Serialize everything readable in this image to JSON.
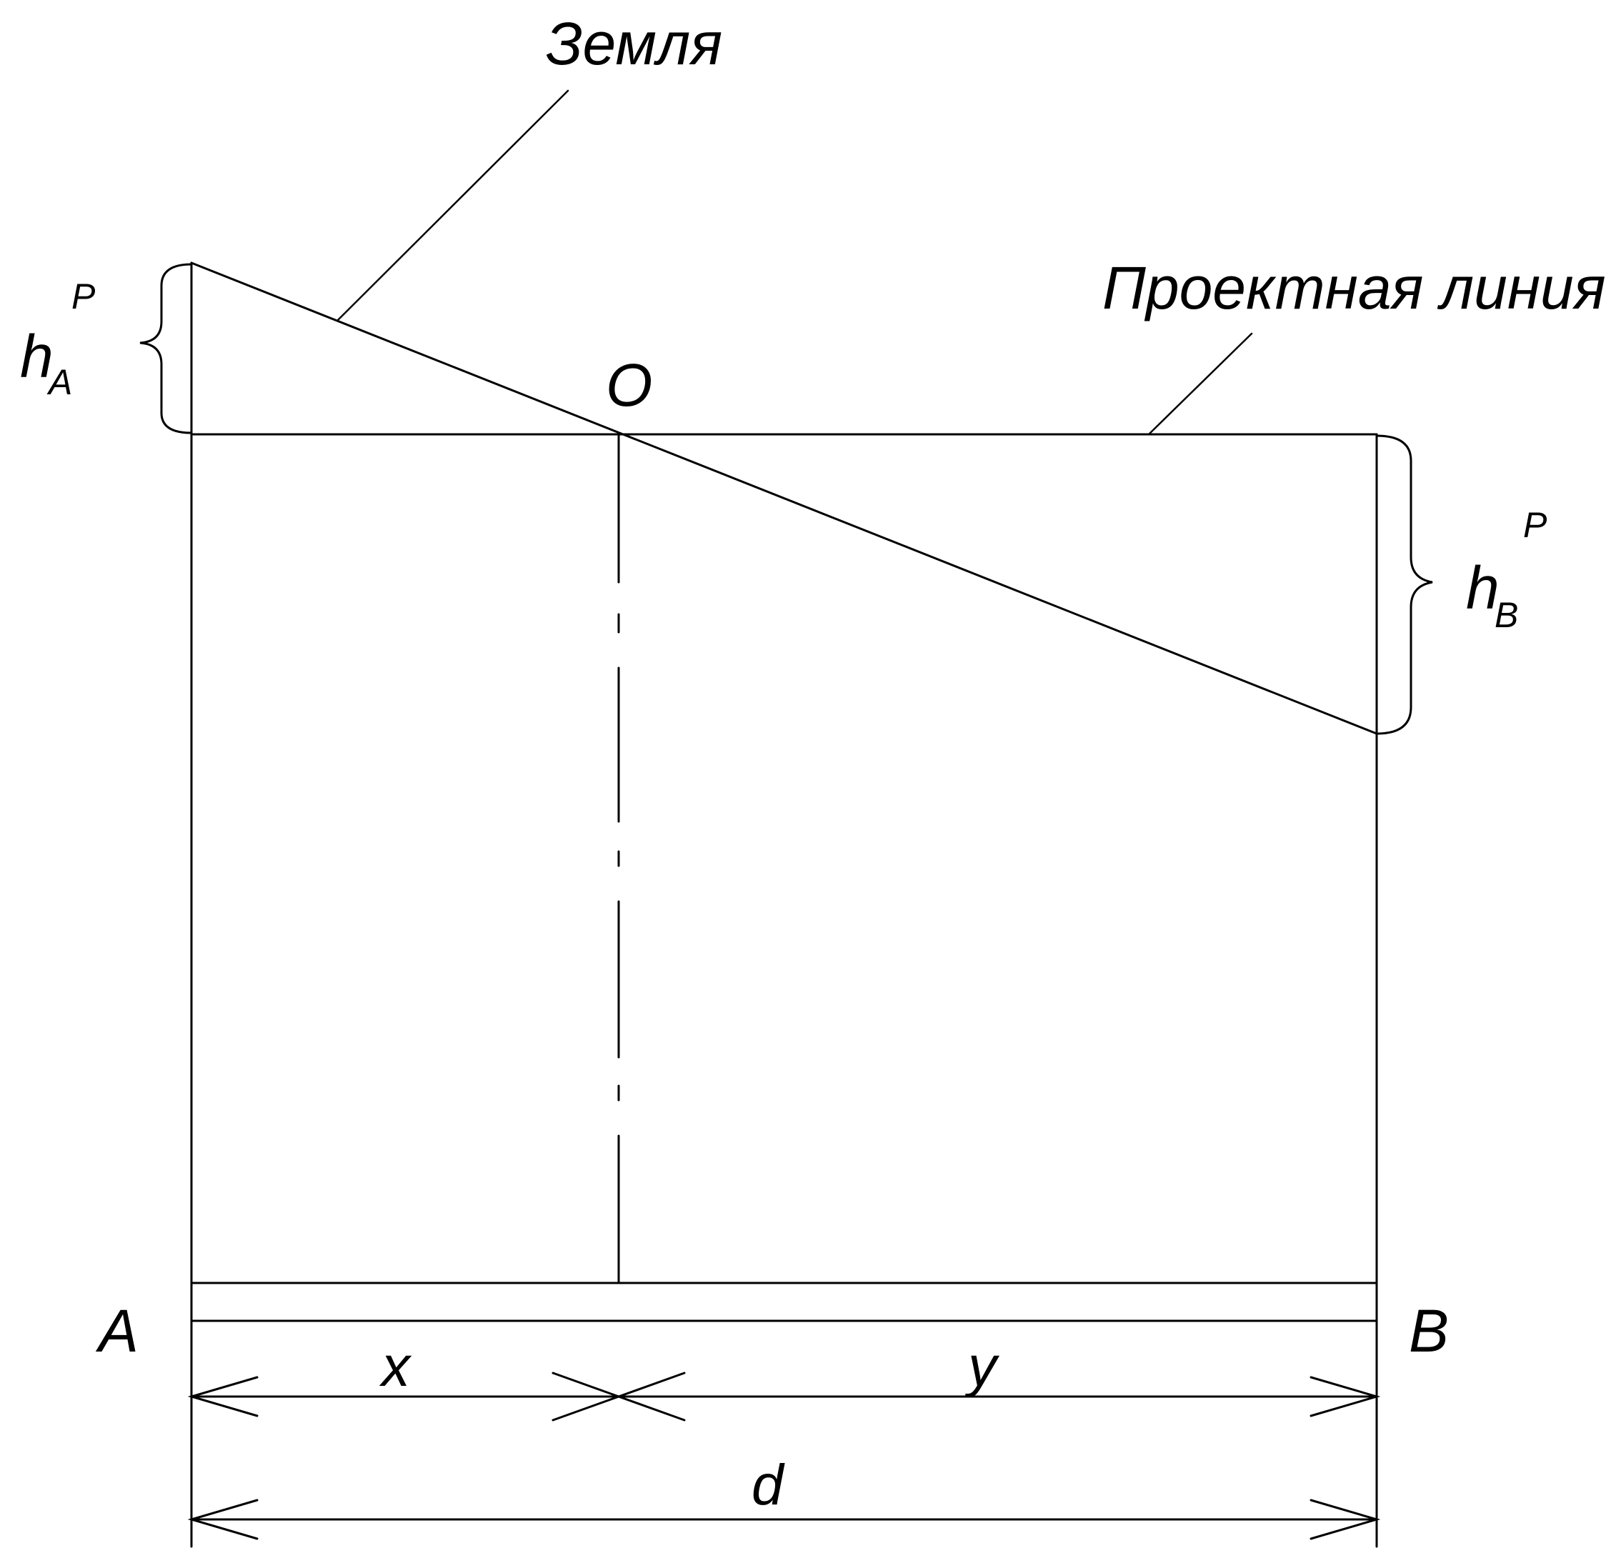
{
  "labels": {
    "ground": "Земля",
    "design_line": "Проектная линия",
    "point_o": "O",
    "point_a": "A",
    "point_b": "B",
    "dim_x": "x",
    "dim_y": "y",
    "dim_d": "d",
    "h_a": {
      "base": "h",
      "sub": "A",
      "sup": "P"
    },
    "h_b": {
      "base": "h",
      "sub": "B",
      "sup": "P"
    }
  },
  "colors": {
    "line": "#000000",
    "background": "#ffffff"
  }
}
